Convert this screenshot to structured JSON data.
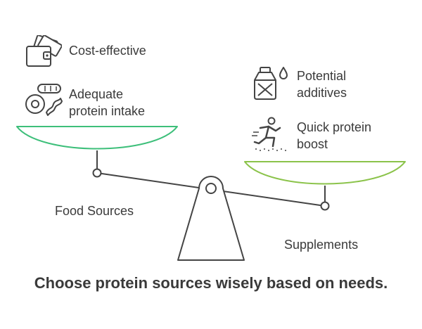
{
  "left_side": {
    "name": "Food Sources",
    "pan_color": "#3dbf7a",
    "items": [
      {
        "icon": "wallet-icon",
        "label_lines": [
          "Cost-effective"
        ]
      },
      {
        "icon": "food-icon",
        "label_lines": [
          "Adequate",
          "protein intake"
        ]
      }
    ]
  },
  "right_side": {
    "name": "Supplements",
    "pan_color": "#8bc34a",
    "items": [
      {
        "icon": "supplement-bottle-icon",
        "label_lines": [
          "Potential",
          "additives"
        ]
      },
      {
        "icon": "sprinter-icon",
        "label_lines": [
          "Quick protein",
          "boost"
        ]
      }
    ]
  },
  "caption": "Choose protein sources wisely based on needs.",
  "colors": {
    "stroke": "#444444",
    "text": "#3a3a3a"
  }
}
